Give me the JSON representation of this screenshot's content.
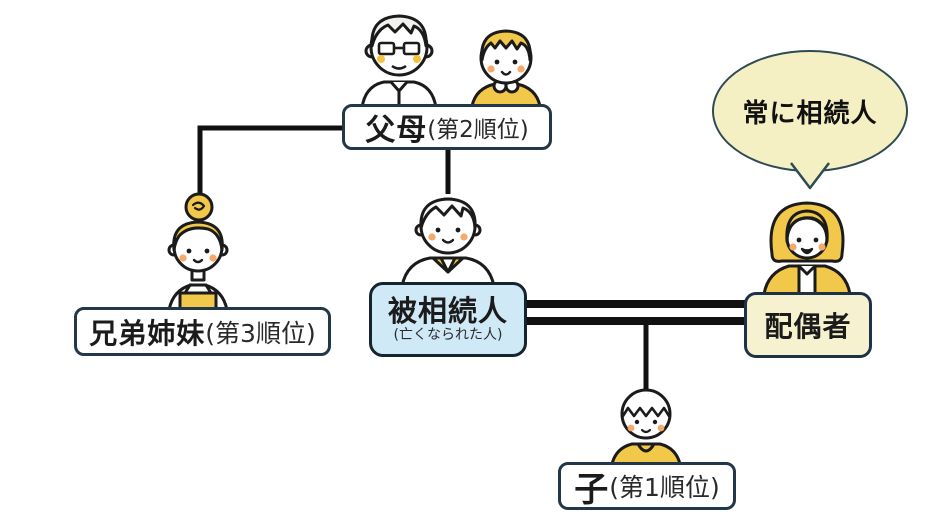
{
  "diagram": {
    "bubble": {
      "text": "常に相続人"
    },
    "nodes": {
      "parents": {
        "label": "父母",
        "rank": "(第2順位)"
      },
      "siblings": {
        "label": "兄弟姉妹",
        "rank": "(第3順位)"
      },
      "deceased": {
        "label": "被相続人",
        "note": "(亡くなられた人)"
      },
      "spouse": {
        "label": "配偶者"
      },
      "child": {
        "label": "子",
        "rank": "(第1順位)"
      }
    },
    "icons": {
      "grandfather": "grandfather-illustration",
      "grandmother": "grandmother-illustration",
      "sister": "young-woman-bun-illustration",
      "deceased_person": "man-illustration",
      "spouse_person": "woman-bob-illustration",
      "child_person": "boy-illustration"
    },
    "colors": {
      "accent_yellow": "#F2C84B",
      "hair_gray": "#F1F1ED",
      "box_blue": "#CFE9F7",
      "box_cream": "#F6F2CF",
      "bubble_yellow": "#F4F0C4",
      "border_navy": "#223749",
      "bubble_border": "#2E4A52",
      "line_black": "#111111",
      "blush_orange": "#F5A96B"
    }
  }
}
